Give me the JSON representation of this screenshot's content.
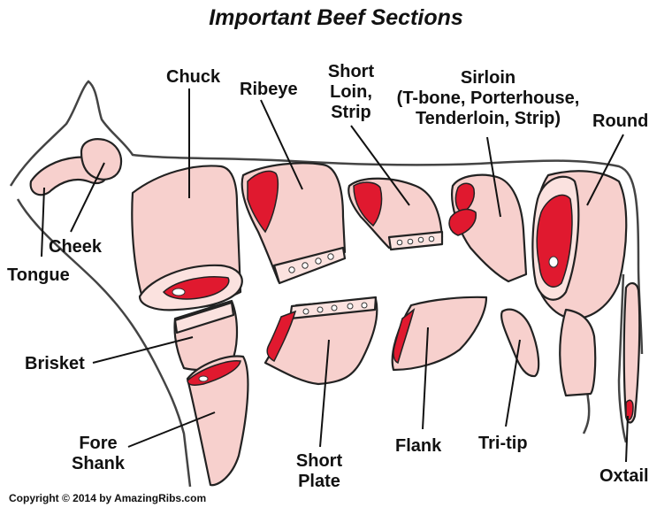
{
  "title": "Important Beef Sections",
  "copyright": "Copyright © 2014 by AmazingRibs.com",
  "labels": {
    "chuck": "Chuck",
    "ribeye": "Ribeye",
    "short_loin_1": "Short",
    "short_loin_2": "Loin,",
    "short_loin_3": "Strip",
    "sirloin_1": "Sirloin",
    "sirloin_2": "(T-bone, Porterhouse,",
    "sirloin_3": "Tenderloin, Strip)",
    "round": "Round",
    "cheek": "Cheek",
    "tongue": "Tongue",
    "brisket": "Brisket",
    "fore_shank_1": "Fore",
    "fore_shank_2": "Shank",
    "short_plate_1": "Short",
    "short_plate_2": "Plate",
    "flank": "Flank",
    "tri_tip": "Tri-tip",
    "oxtail": "Oxtail"
  },
  "colors": {
    "meat": "#f7d0cd",
    "meat_light": "#fbe2df",
    "red": "#e0192f",
    "outline": "#444444"
  }
}
